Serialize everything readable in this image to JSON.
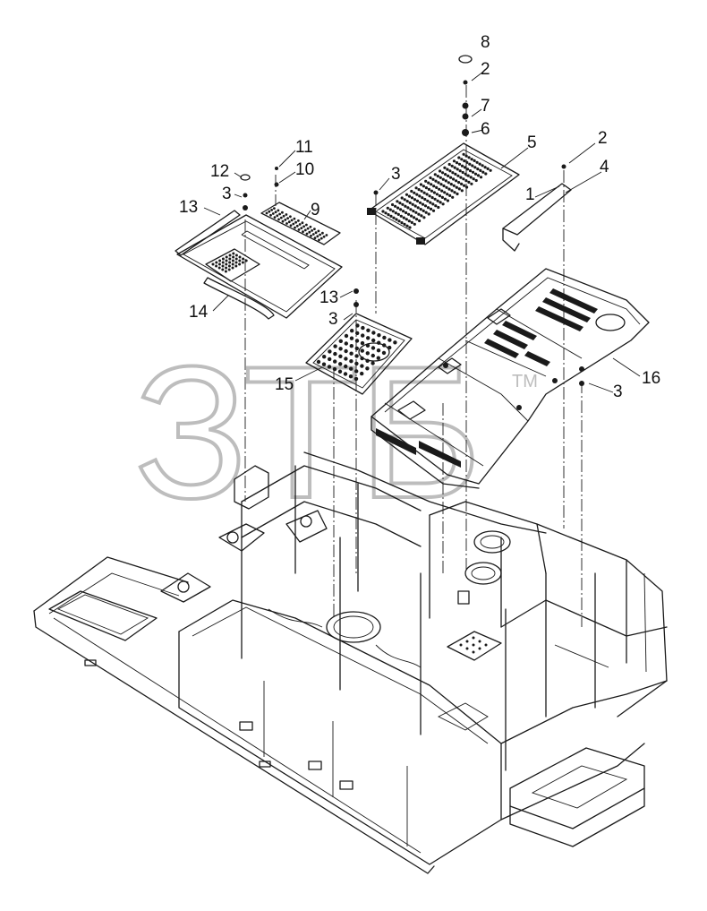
{
  "callouts": [
    {
      "id": "c8",
      "label": "8"
    },
    {
      "id": "c2a",
      "label": "2"
    },
    {
      "id": "c7",
      "label": "7"
    },
    {
      "id": "c6",
      "label": "6"
    },
    {
      "id": "c5",
      "label": "5"
    },
    {
      "id": "c2b",
      "label": "2"
    },
    {
      "id": "c4",
      "label": "4"
    },
    {
      "id": "c1",
      "label": "1"
    },
    {
      "id": "c11",
      "label": "11"
    },
    {
      "id": "c10",
      "label": "10"
    },
    {
      "id": "c12",
      "label": "12"
    },
    {
      "id": "c3a",
      "label": "3"
    },
    {
      "id": "c13a",
      "label": "13"
    },
    {
      "id": "c9",
      "label": "9"
    },
    {
      "id": "c3b",
      "label": "3"
    },
    {
      "id": "c13b",
      "label": "13"
    },
    {
      "id": "c3c",
      "label": "3"
    },
    {
      "id": "c14",
      "label": "14"
    },
    {
      "id": "c15",
      "label": "15"
    },
    {
      "id": "c16",
      "label": "16"
    },
    {
      "id": "c3d",
      "label": "3"
    }
  ],
  "watermark": {
    "text": "ЗТБ",
    "tm": "TM"
  },
  "colors": {
    "line": "#1a1a1a",
    "watermark": "#bdbdbd",
    "background": "#ffffff"
  }
}
